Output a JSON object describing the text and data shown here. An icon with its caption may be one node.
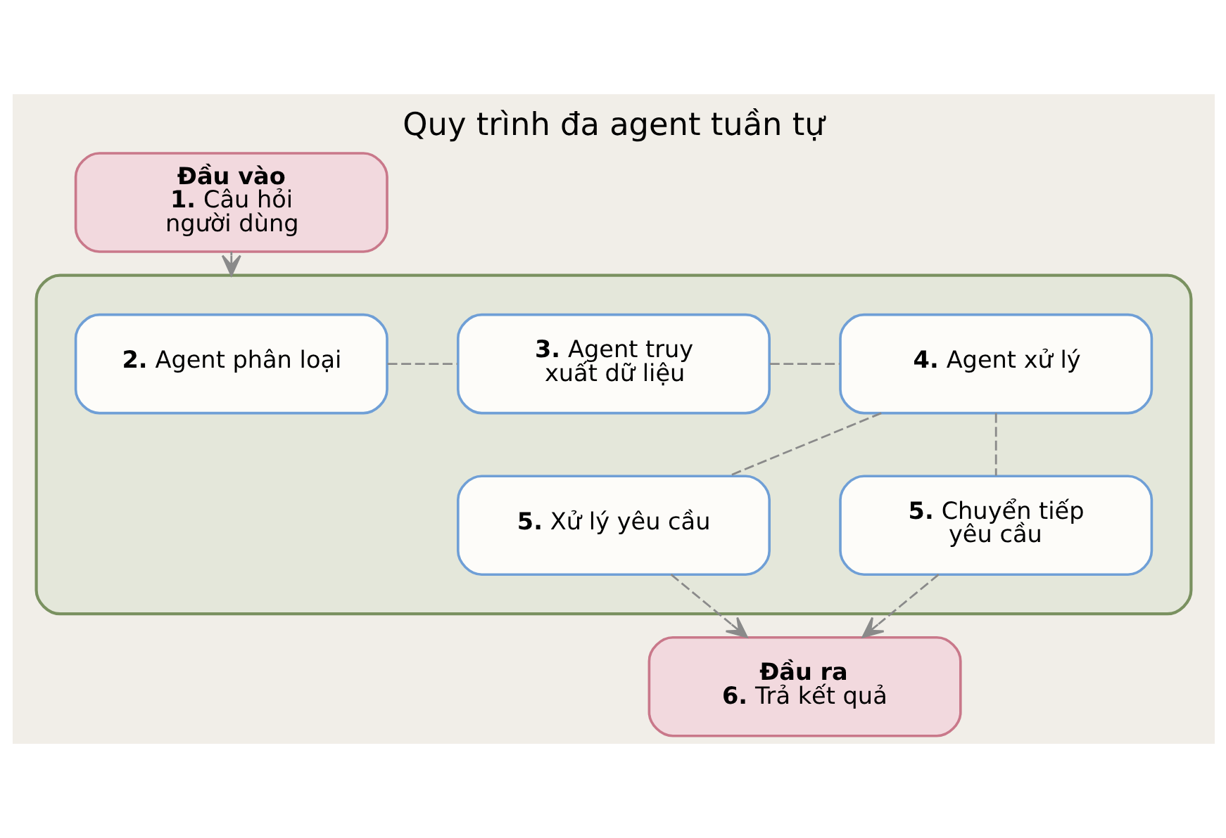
{
  "diagram": {
    "title": "Quy trình đa agent tuần tự",
    "nodes": [
      {
        "text": [
          "Đầu vào",
          "**1.** Câu hỏi người dùng"
        ]
      },
      {
        "text": [],
        "shape": "box"
      },
      {
        "text": [
          "**2.** Agent phân loại"
        ],
        "in": 1
      },
      {
        "text": [
          "**3.** Agent truy xuất dữ liệu"
        ],
        "in": 1
      },
      {
        "text": [
          "**4.** Agent xử lý"
        ],
        "in": 1
      },
      {
        "text": [
          "**5.** Xử lý yêu cầu"
        ],
        "in": 1
      },
      {
        "text": [
          "**5.** Chuyển tiếp yêu cầu"
        ],
        "in": 1
      },
      {
        "text": [
          "Đầu ra",
          "**6.** Trả kết quả"
        ]
      }
    ],
    "edges": [
      {
        "from": 0,
        "to": 1,
        "arrow": "to",
        "style": "dashed"
      },
      {
        "from": 2,
        "to": 3,
        "arrow": "none",
        "style": "dashed"
      },
      {
        "from": 3,
        "to": 4,
        "arrow": "none",
        "style": "dashed"
      },
      {
        "from": 4,
        "to": 5,
        "arrow": "none",
        "style": "dashed"
      },
      {
        "from": 4,
        "to": 6,
        "arrow": "none",
        "style": "dashed"
      },
      {
        "from": 5,
        "to": 7,
        "arrow": "to",
        "style": "dashed"
      },
      {
        "from": 6,
        "to": 7,
        "arrow": "to",
        "style": "dashed"
      }
    ]
  }
}
